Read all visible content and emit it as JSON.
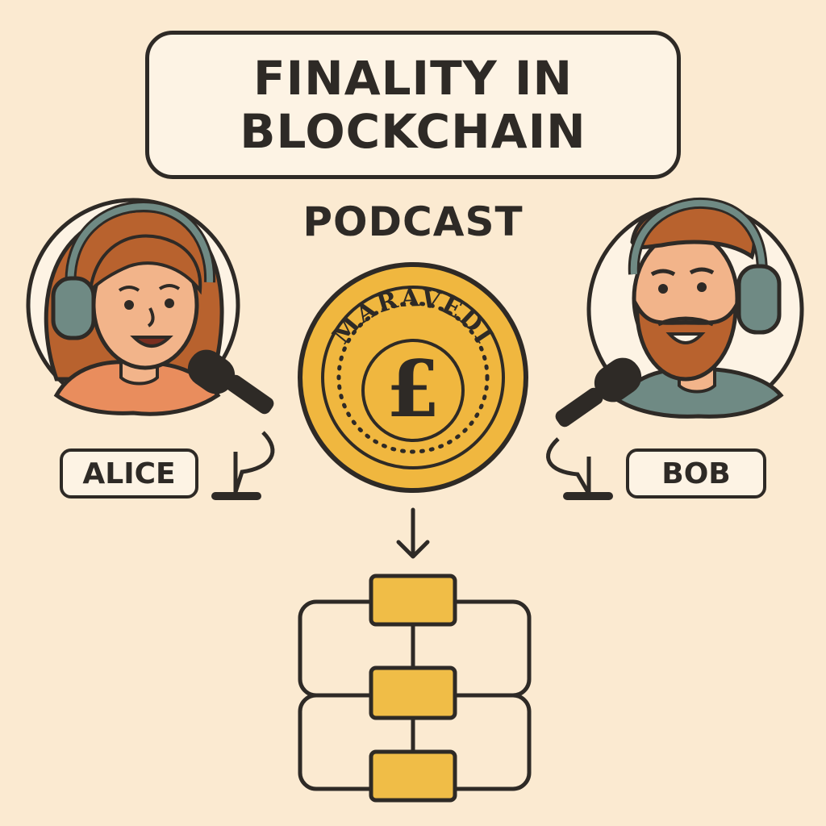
{
  "header": {
    "title_line1": "FINALITY IN",
    "title_line2": "BLOCKCHAIN",
    "subtitle": "PODCAST"
  },
  "hosts": [
    {
      "name": "ALICE"
    },
    {
      "name": "BOB"
    }
  ],
  "coin": {
    "label": "MARAVEDI",
    "symbol": "£"
  },
  "icons": {
    "arrow": "arrow-down-icon",
    "microphone": "microphone-icon",
    "headphones": "headphones-icon"
  },
  "colors": {
    "background": "#fbead1",
    "ink": "#2e2a26",
    "coin": "#f0b73f",
    "block": "#f0bd47",
    "headphones": "#6f8a84"
  }
}
